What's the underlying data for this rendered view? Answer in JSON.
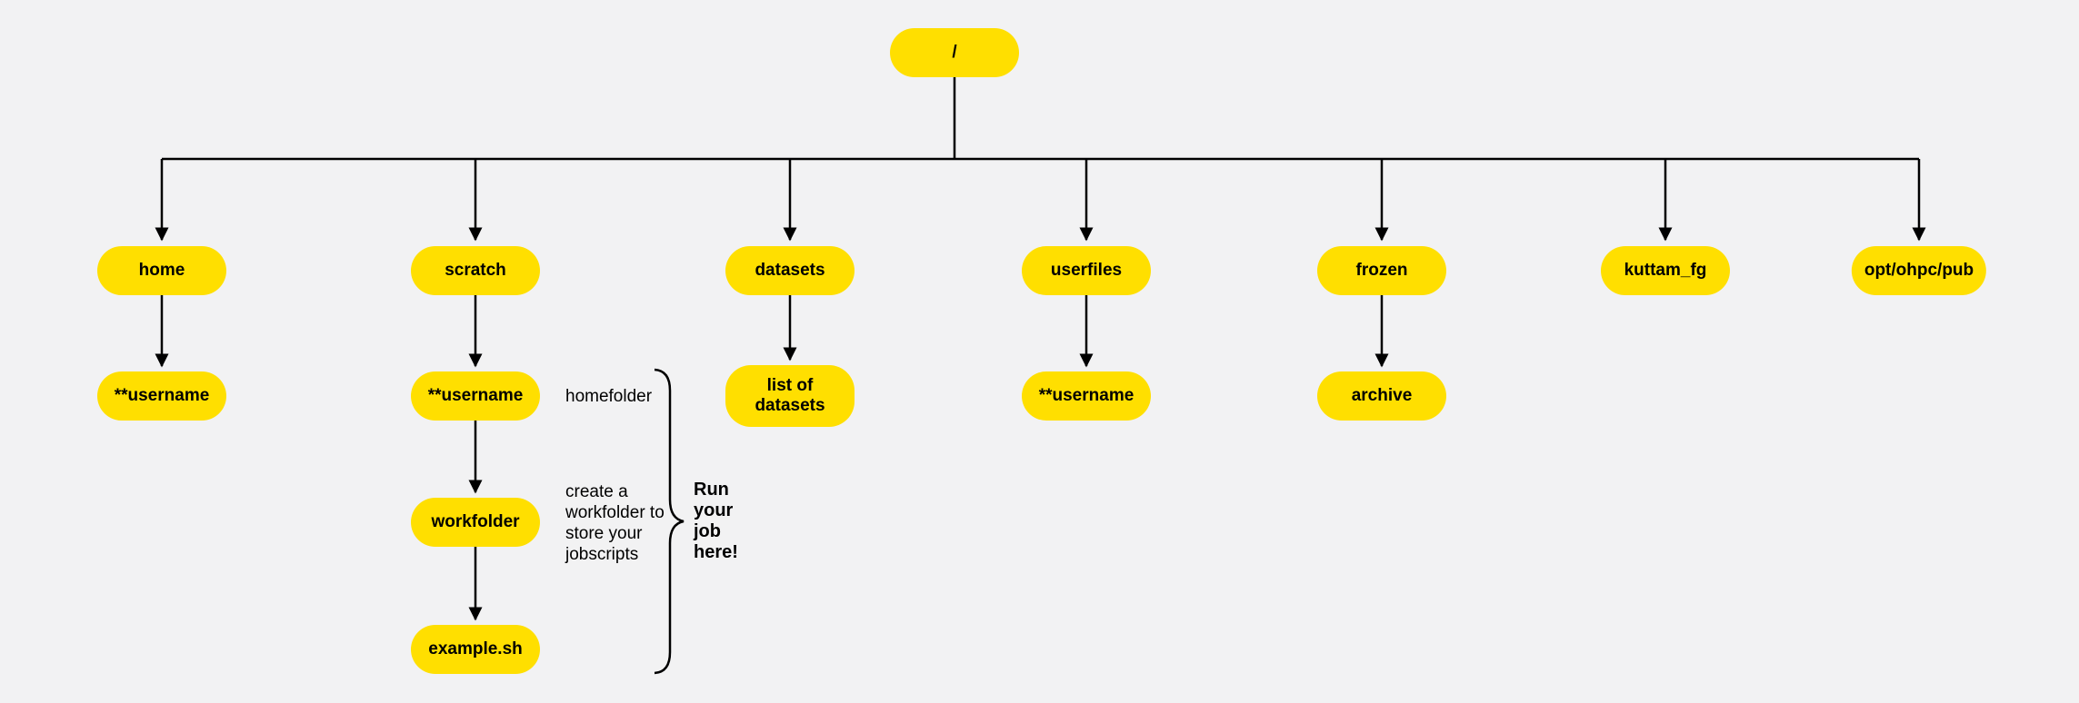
{
  "diagram": {
    "title": "filesystem-tree",
    "nodes": {
      "root": "/",
      "home": "home",
      "scratch": "scratch",
      "datasets": "datasets",
      "userfiles": "userfiles",
      "kuttam_fg": "kuttam_fg",
      "frozen": "frozen",
      "opt_ohpc_pub": "opt/ohpc/pub",
      "home_username": "**username",
      "scratch_username": "**username",
      "datasets_list": "list of datasets",
      "userfiles_username": "**username",
      "frozen_archive": "archive",
      "workfolder": "workfolder",
      "example_sh": "example.sh"
    },
    "annotations": {
      "homefolder": "homefolder",
      "workfolder_note": "create a workfolder to store your jobscripts",
      "run_note": "Run your job here!"
    },
    "colors": {
      "node_fill": "#ffdf00",
      "node_text": "#000000",
      "line": "#000000",
      "background": "#f2f2f3"
    }
  }
}
